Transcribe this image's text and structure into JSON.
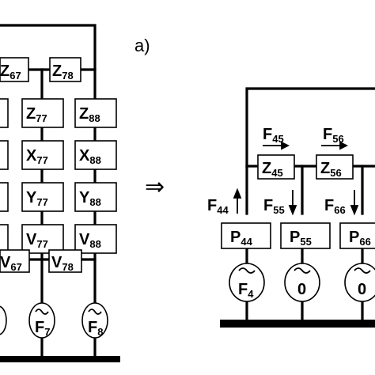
{
  "panel_label": "a)",
  "arrow_symbol": "⇒",
  "left_diagram": {
    "row_z": [
      {
        "main": "Z",
        "sub": "67"
      },
      {
        "main": "Z",
        "sub": "78"
      }
    ],
    "col7": [
      {
        "main": "Z",
        "sub": "77"
      },
      {
        "main": "X",
        "sub": "77"
      },
      {
        "main": "Y",
        "sub": "77"
      },
      {
        "main": "V",
        "sub": "77"
      }
    ],
    "col8": [
      {
        "main": "Z",
        "sub": "88"
      },
      {
        "main": "X",
        "sub": "88"
      },
      {
        "main": "Y",
        "sub": "88"
      },
      {
        "main": "V",
        "sub": "88"
      }
    ],
    "row_v": [
      {
        "main": "V",
        "sub": "67"
      },
      {
        "main": "V",
        "sub": "78"
      }
    ],
    "sources": [
      {
        "main": "F",
        "sub": "7"
      },
      {
        "main": "F",
        "sub": "8"
      }
    ]
  },
  "right_diagram": {
    "z_boxes": [
      {
        "main": "Z",
        "sub": "45"
      },
      {
        "main": "Z",
        "sub": "56"
      }
    ],
    "flows_top": [
      {
        "main": "F",
        "sub": "45"
      },
      {
        "main": "F",
        "sub": "56"
      }
    ],
    "flows_side": [
      {
        "main": "F",
        "sub": "44"
      },
      {
        "main": "F",
        "sub": "55"
      },
      {
        "main": "F",
        "sub": "66"
      }
    ],
    "p_boxes": [
      {
        "main": "P",
        "sub": "44"
      },
      {
        "main": "P",
        "sub": "55"
      },
      {
        "main": "P",
        "sub": "66"
      }
    ],
    "sources": [
      {
        "main": "F",
        "sub": "4"
      },
      {
        "main": "0",
        "sub": ""
      },
      {
        "main": "0",
        "sub": ""
      }
    ]
  }
}
